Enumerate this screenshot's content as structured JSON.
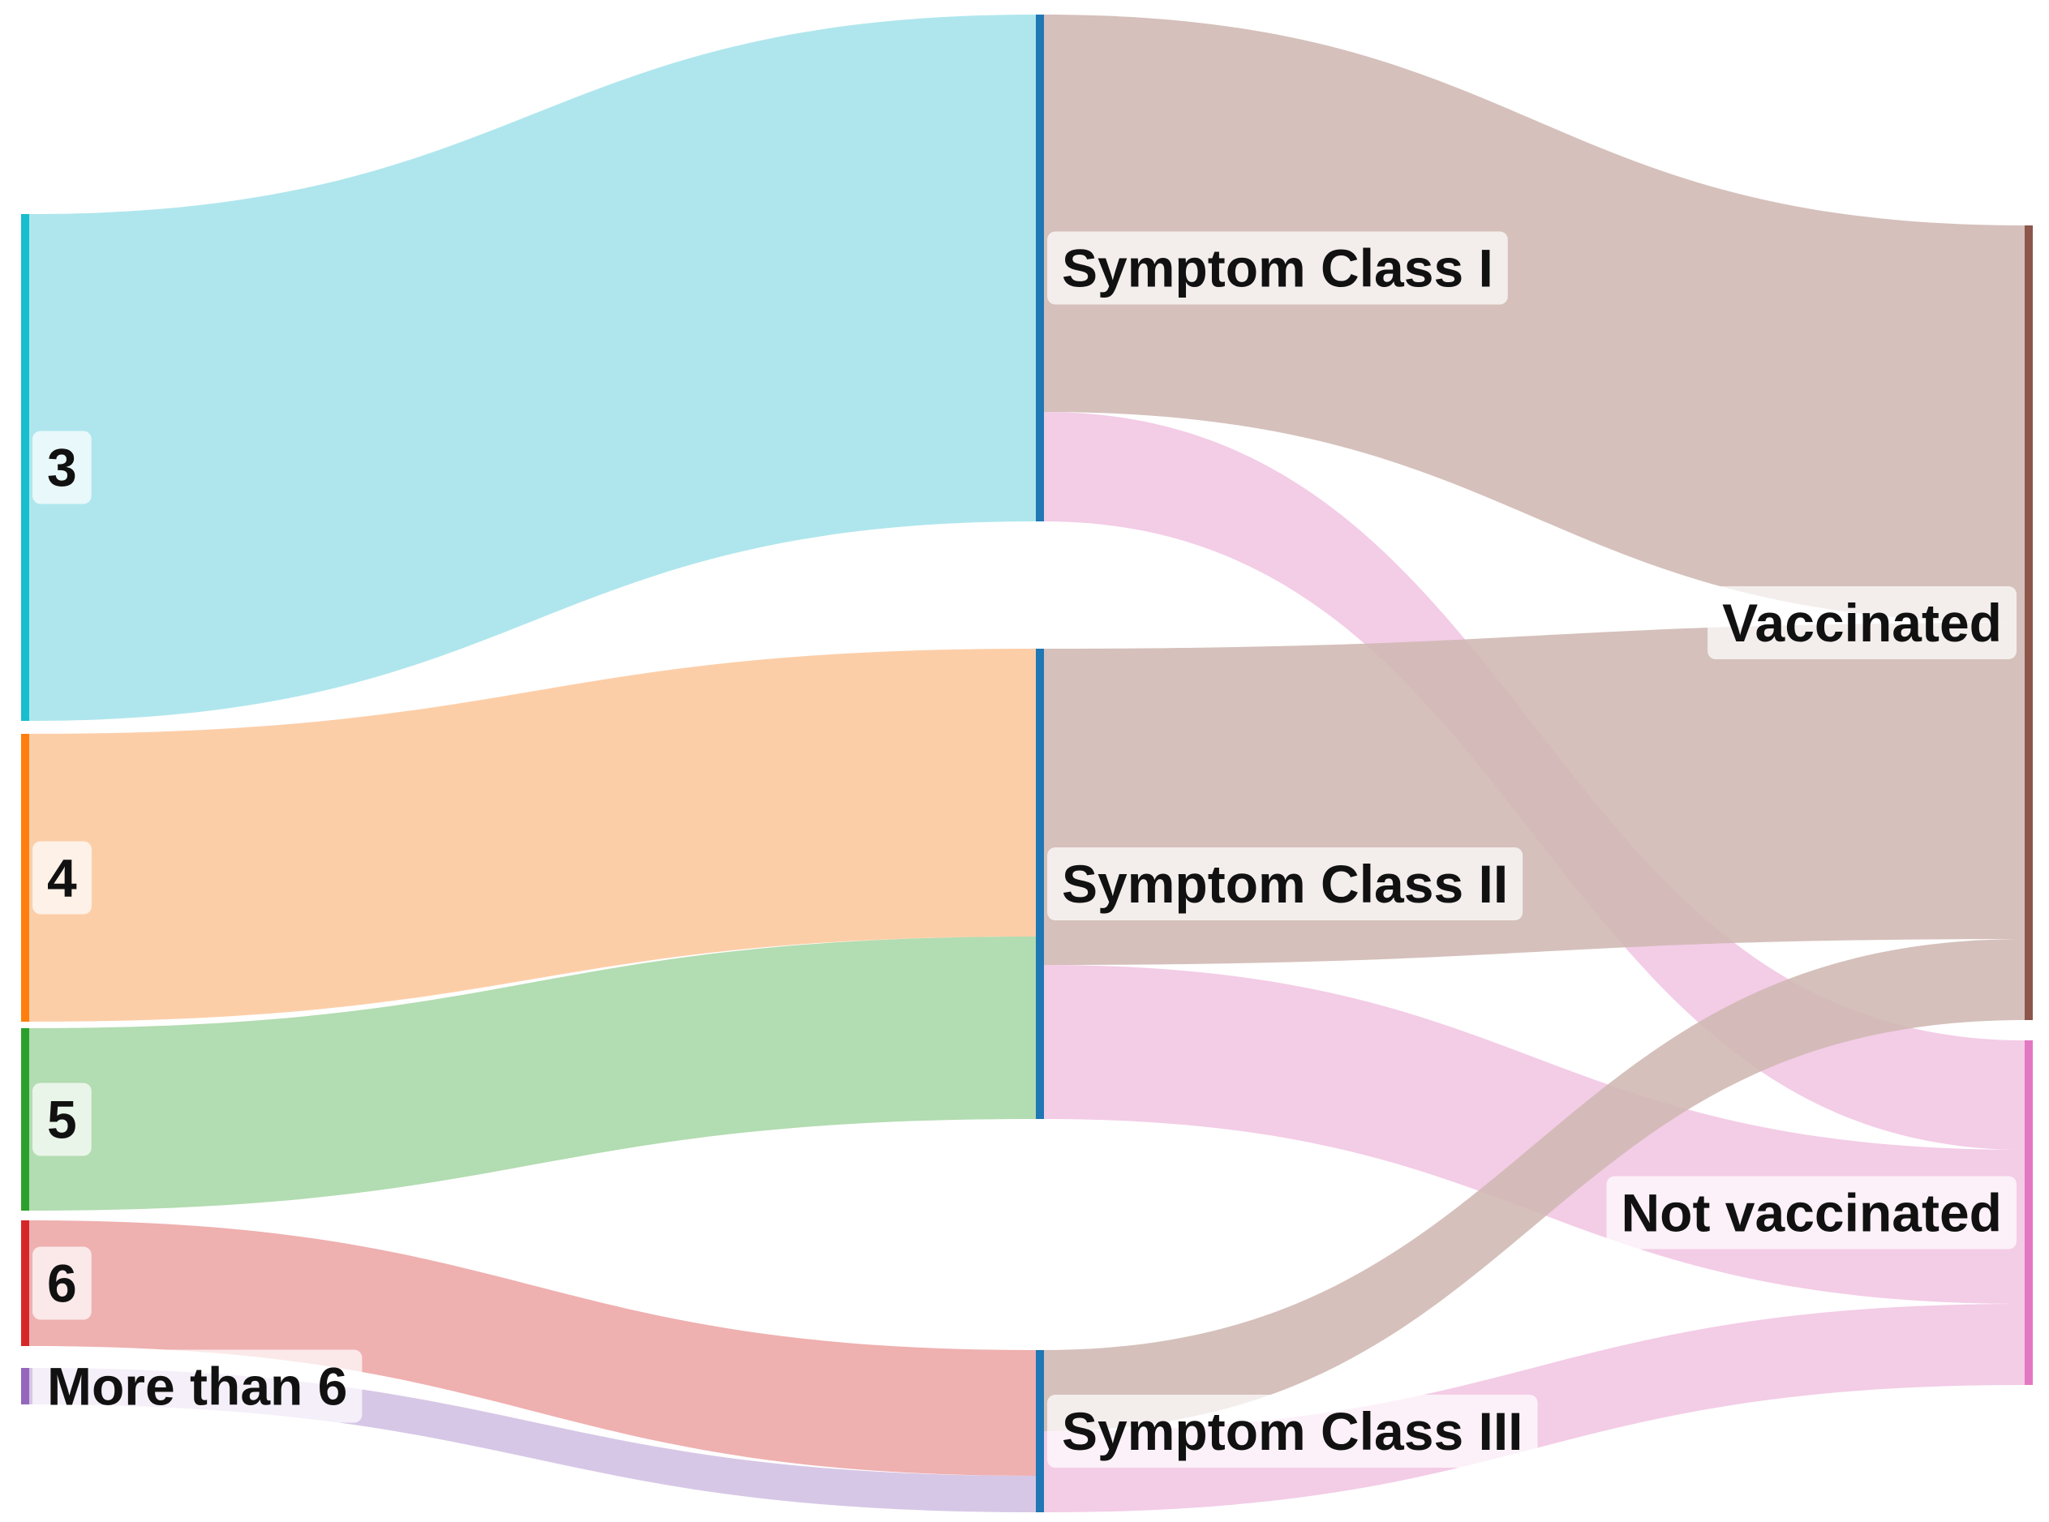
{
  "chart_data": {
    "type": "sankey",
    "nodes": [
      {
        "id": "n3",
        "label": "3",
        "color": "#17becf"
      },
      {
        "id": "n4",
        "label": "4",
        "color": "#ff7f0e"
      },
      {
        "id": "n5",
        "label": "5",
        "color": "#2ca02c"
      },
      {
        "id": "n6",
        "label": "6",
        "color": "#d62728"
      },
      {
        "id": "n7",
        "label": "More than 6",
        "color": "#9467bd"
      },
      {
        "id": "c1",
        "label": "Symptom Class I",
        "color": "#1f77b4"
      },
      {
        "id": "c2",
        "label": "Symptom Class II",
        "color": "#1f77b4"
      },
      {
        "id": "c3",
        "label": "Symptom Class III",
        "color": "#1f77b4"
      },
      {
        "id": "vac",
        "label": "Vaccinated",
        "color": "#8c564b"
      },
      {
        "id": "nvac",
        "label": "Not vaccinated",
        "color": "#e377c2"
      }
    ],
    "links": [
      {
        "source": "n3",
        "target": "c1",
        "value": 62.5,
        "color": "#a6e3eb"
      },
      {
        "source": "n4",
        "target": "c2",
        "value": 35.5,
        "color": "#fcc99e"
      },
      {
        "source": "n5",
        "target": "c2",
        "value": 22.5,
        "color": "#aad8a8"
      },
      {
        "source": "n6",
        "target": "c3",
        "value": 15.5,
        "color": "#eda7a7"
      },
      {
        "source": "n7",
        "target": "c3",
        "value": 4.5,
        "color": "#d3c1e3"
      },
      {
        "source": "c1",
        "target": "vac",
        "value": 49,
        "color": "#d0b9b4"
      },
      {
        "source": "c1",
        "target": "nvac",
        "value": 13.5,
        "color": "#f2c7e3"
      },
      {
        "source": "c2",
        "target": "vac",
        "value": 39,
        "color": "#d0b9b4"
      },
      {
        "source": "c2",
        "target": "nvac",
        "value": 19,
        "color": "#f2c7e3"
      },
      {
        "source": "c3",
        "target": "vac",
        "value": 10,
        "color": "#d0b9b4"
      },
      {
        "source": "c3",
        "target": "nvac",
        "value": 10,
        "color": "#f2c7e3"
      }
    ]
  }
}
